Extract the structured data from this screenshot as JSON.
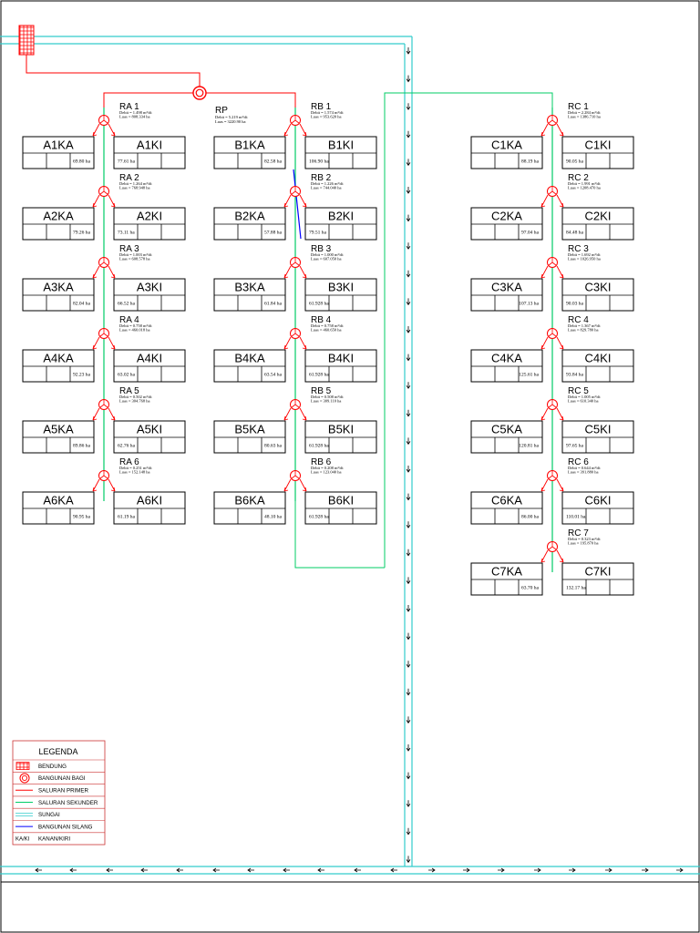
{
  "colors": {
    "primary_channel": "#ff0000",
    "secondary_channel": "#00cc66",
    "river": "#33cccc",
    "crossing": "#0000ff",
    "structure": "#ff0000",
    "frame": "#000000"
  },
  "intake": {
    "label": "RP",
    "debit": "Debit = 5.219 m³/dt",
    "luas": "Luas = 3220.90 ha"
  },
  "columns": [
    {
      "id": "A",
      "structures": [
        {
          "label": "RA 1",
          "debit": "Debit = 1.498 m³/dt",
          "luas": "Luas = 808.334 ha"
        },
        {
          "label": "RA 2",
          "debit": "Debit = 1.264 m³/dt",
          "luas": "Luas = 768.948 ha"
        },
        {
          "label": "RA 3",
          "debit": "Debit = 1.003 m³/dt",
          "luas": "Luas = 608.578 ha"
        },
        {
          "label": "RA 4",
          "debit": "Debit = 0.758 m³/dt",
          "luas": "Luas = 460.018 ha"
        },
        {
          "label": "RA 5",
          "debit": "Debit = 0.502 m³/dt",
          "luas": "Luas = 304.768 ha"
        },
        {
          "label": "RA 6",
          "debit": "Debit = 0.251 m³/dt",
          "luas": "Luas = 152.148 ha"
        }
      ],
      "blocks": [
        {
          "ka": "A1KA",
          "ka_area": "69.80 ha",
          "ki": "A1KI",
          "ki_area": "77.61 ha"
        },
        {
          "ka": "A2KA",
          "ka_area": "79.26 ha",
          "ki": "A2KI",
          "ki_area": "73.11 ha"
        },
        {
          "ka": "A3KA",
          "ka_area": "82.04 ha",
          "ki": "A3KI",
          "ki_area": "66.52 ha"
        },
        {
          "ka": "A4KA",
          "ka_area": "92.23 ha",
          "ki": "A4KI",
          "ki_area": "63.02 ha"
        },
        {
          "ka": "A5KA",
          "ka_area": "89.86 ha",
          "ki": "A5KI",
          "ki_area": "62.76 ha"
        },
        {
          "ka": "A6KA",
          "ka_area": "90.95 ha",
          "ki": "A6KI",
          "ki_area": "61.19 ha"
        }
      ]
    },
    {
      "id": "B",
      "structures": [
        {
          "label": "RB 1",
          "debit": "Debit = 1.574 m³/dt",
          "luas": "Luas = 953.620 ha"
        },
        {
          "label": "RB 2",
          "debit": "Debit = 1.226 m³/dt",
          "luas": "Luas = 744.040 ha"
        },
        {
          "label": "RB 3",
          "debit": "Debit = 1.000 m³/dt",
          "luas": "Luas = 607.050 ha"
        },
        {
          "label": "RB 4",
          "debit": "Debit = 0.758 m³/dt",
          "luas": "Luas = 460.650 ha"
        },
        {
          "label": "RB 5",
          "debit": "Debit = 0.508 m³/dt",
          "luas": "Luas = 309.110 ha"
        },
        {
          "label": "RB 6",
          "debit": "Debit = 0.208 m³/dt",
          "luas": "Luas = 123.040 ha"
        }
      ],
      "blocks": [
        {
          "ka": "B1KA",
          "ka_area": "82.58 ha",
          "ki": "B1KI",
          "ki_area": "106.90 ha"
        },
        {
          "ka": "B2KA",
          "ka_area": "57.88 ha",
          "ki": "B2KI",
          "ki_area": "79.51 ha"
        },
        {
          "ka": "B3KA",
          "ka_area": "61.84 ha",
          "ki": "B3KI",
          "ki_area": "61.928 ha"
        },
        {
          "ka": "B4KA",
          "ka_area": "63.54 ha",
          "ki": "B4KI",
          "ki_area": "61.928 ha"
        },
        {
          "ka": "B5KA",
          "ka_area": "80.63 ha",
          "ki": "B5KI",
          "ki_area": "61.928 ha"
        },
        {
          "ka": "B6KA",
          "ka_area": "48.10 ha",
          "ki": "B6KI",
          "ki_area": "61.928 ha"
        }
      ]
    },
    {
      "id": "C",
      "structures": [
        {
          "label": "RC 1",
          "debit": "Debit = 2.284 m³/dt",
          "luas": "Luas = 1386.710 ha"
        },
        {
          "label": "RC 2",
          "debit": "Debit = 1.991 m³/dt",
          "luas": "Luas = 1208.470 ha"
        },
        {
          "label": "RC 3",
          "debit": "Debit = 1.692 m³/dt",
          "luas": "Luas = 1026.950 ha"
        },
        {
          "label": "RC 4",
          "debit": "Debit = 1.367 m³/dt",
          "luas": "Luas = 829.780 ha"
        },
        {
          "label": "RC 5",
          "debit": "Debit = 1.005 m³/dt",
          "luas": "Luas = 610.340 ha"
        },
        {
          "label": "RC 6",
          "debit": "Debit = 0.644 m³/dt",
          "luas": "Luas = 391.880 ha"
        },
        {
          "label": "RC 7",
          "debit": "Debit = 0.323 m³/dt",
          "luas": "Luas = 195.870 ha"
        }
      ],
      "blocks": [
        {
          "ka": "C1KA",
          "ka_area": "88.19 ha",
          "ki": "C1KI",
          "ki_area": "90.05 ha"
        },
        {
          "ka": "C2KA",
          "ka_area": "97.04 ha",
          "ki": "C2KI",
          "ki_area": "84.48 ha"
        },
        {
          "ka": "C3KA",
          "ka_area": "107.13 ha",
          "ki": "C3KI",
          "ki_area": "90.03 ha"
        },
        {
          "ka": "C4KA",
          "ka_area": "125.61 ha",
          "ki": "C4KI",
          "ki_area": "93.84 ha"
        },
        {
          "ka": "C5KA",
          "ka_area": "120.81 ha",
          "ki": "C5KI",
          "ki_area": "97.65 ha"
        },
        {
          "ka": "C6KA",
          "ka_area": "86.00 ha",
          "ki": "C6KI",
          "ki_area": "110.01 ha"
        },
        {
          "ka": "C7KA",
          "ka_area": "63.70 ha",
          "ki": "C7KI",
          "ki_area": "132.17 ha"
        }
      ]
    }
  ],
  "legend": {
    "title": "LEGENDA",
    "items": [
      {
        "symbol": "bendung",
        "label": "BENDUNG"
      },
      {
        "symbol": "bangunan-bagi",
        "label": "BANGUNAN BAGI"
      },
      {
        "symbol": "saluran-primer",
        "label": "SALURAN PRIMER"
      },
      {
        "symbol": "saluran-sekunder",
        "label": "SALURAN SEKUNDER"
      },
      {
        "symbol": "sungai",
        "label": "SUNGAI"
      },
      {
        "symbol": "bangunan-silang",
        "label": "BANGUNAN SILANG"
      },
      {
        "symbol": "text",
        "key": "KA/KI",
        "label": "KANAN/KIRI"
      }
    ]
  }
}
